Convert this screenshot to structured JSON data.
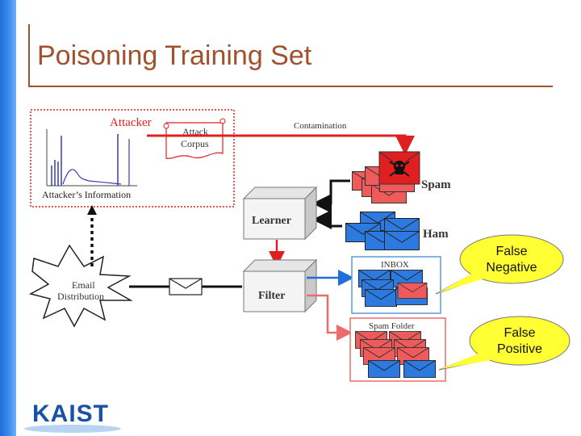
{
  "slide": {
    "title": "Poisoning Training Set",
    "accent_color": "#a0522d",
    "band_color": "#2a7be4"
  },
  "diagram": {
    "attacker_label": "Attacker",
    "attack_corpus_line1": "Attack",
    "attack_corpus_line2": "Corpus",
    "attacker_info": "Attacker’s Information",
    "contamination": "Contamination",
    "spam": "Spam",
    "ham": "Ham",
    "learner": "Learner",
    "filter": "Filter",
    "email_line1": "Email",
    "email_line2": "Distribution",
    "inbox": "INBOX",
    "spam_folder": "Spam Folder"
  },
  "callouts": {
    "false_negative_line1": "False",
    "false_negative_line2": "Negative",
    "false_positive_line1": "False",
    "false_positive_line2": "Positive"
  },
  "logo": {
    "text": "KAIST",
    "color": "#1552a8"
  },
  "colors": {
    "red": "#e02020",
    "blue": "#1e6fd9",
    "envelope_red": "#ef5a5a",
    "envelope_blue": "#2c7ae0",
    "callout_fill": "#ffff33"
  }
}
